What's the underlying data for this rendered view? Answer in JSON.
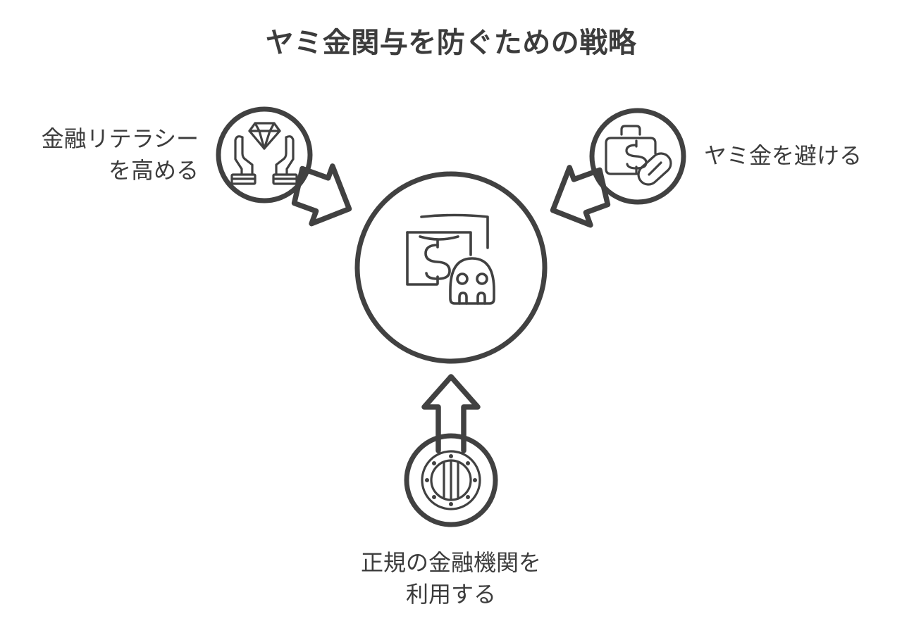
{
  "page": {
    "title": "ヤミ金関与を防ぐための戦略",
    "background_color": "#ffffff",
    "stroke_color": "#414141",
    "text_color": "#3c3c3c"
  },
  "center": {
    "label": "",
    "icon": "money-skull-icon",
    "icon_description": "banknote-with-dollar-sign-and-skull"
  },
  "nodes": [
    {
      "id": "financial-literacy",
      "label_line1": "金融リテラシー",
      "label_line2": "を高める",
      "icon": "hands-holding-diamond-icon",
      "position": "left",
      "arrow_direction": "down-right"
    },
    {
      "id": "avoid-loan-sharks",
      "label_line1": "ヤミ金を避ける",
      "label_line2": "",
      "icon": "briefcase-dollar-pill-icon",
      "position": "right",
      "arrow_direction": "down-left"
    },
    {
      "id": "use-legitimate-institutions",
      "label_line1": "正規の金融機関を",
      "label_line2": "利用する",
      "icon": "bank-vault-door-icon",
      "position": "bottom",
      "arrow_direction": "up"
    }
  ]
}
